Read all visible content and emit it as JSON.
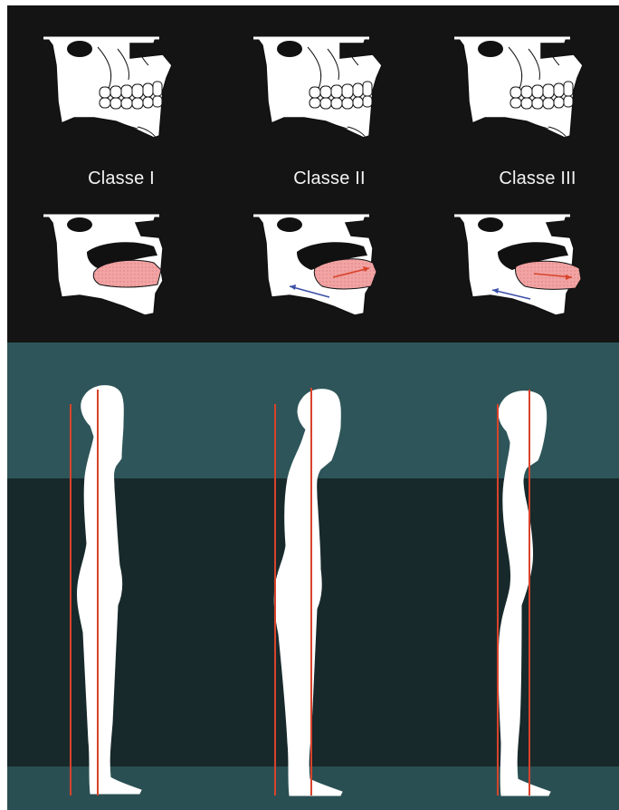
{
  "labels": {
    "class_1": "Classe I",
    "class_2": "Classe II",
    "class_3": "Classe III"
  },
  "colors": {
    "background_top": "#141414",
    "band_teal": "#2e5559",
    "band_dark": "#18292b",
    "tongue_pink": "#f2a3a3",
    "plumb_line_red": "#d8432b",
    "arrow_blue": "#3b4fa8",
    "figure_white": "#ffffff"
  },
  "icons": [
    "skull-icon",
    "tongue-icon",
    "body-silhouette-icon",
    "plumb-line",
    "arrow-icon"
  ]
}
